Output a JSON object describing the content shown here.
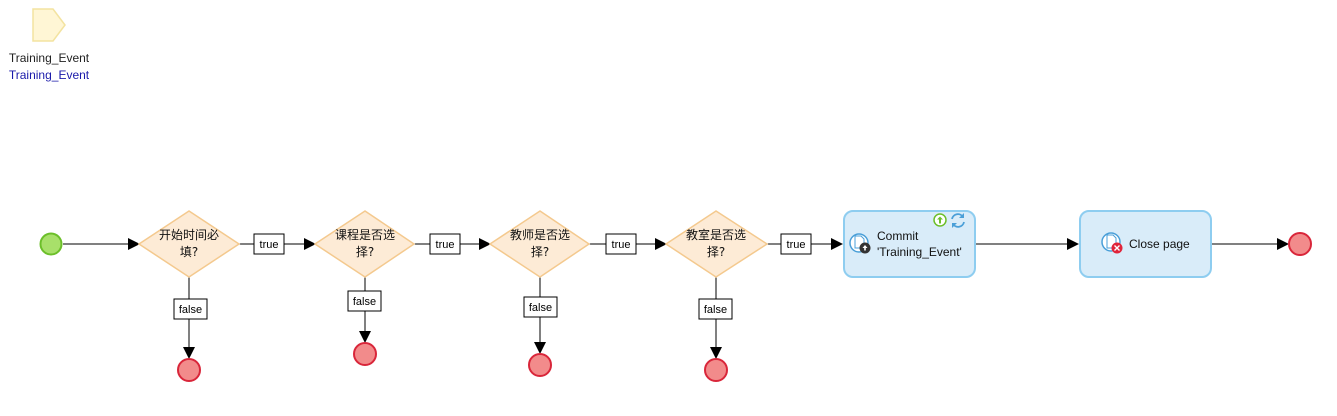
{
  "parameter": {
    "name": "Training_Event",
    "type": "Training_Event"
  },
  "decisions": [
    {
      "caption_line1": "开始时间必",
      "caption_line2": "填?",
      "true_label": "true",
      "false_label": "false"
    },
    {
      "caption_line1": "课程是否选",
      "caption_line2": "择?",
      "true_label": "true",
      "false_label": "false"
    },
    {
      "caption_line1": "教师是否选",
      "caption_line2": "择?",
      "true_label": "true",
      "false_label": "false"
    },
    {
      "caption_line1": "教室是否选",
      "caption_line2": "择?",
      "true_label": "true",
      "false_label": "false"
    }
  ],
  "commit_action": {
    "line1": "Commit",
    "line2": "'Training_Event'"
  },
  "close_action": {
    "label": "Close page"
  },
  "colors": {
    "start": "#a8e06a",
    "start_stroke": "#6cbf2a",
    "end": "#f28b8b",
    "end_stroke": "#d9263a",
    "decision_fill": "#fdebd6",
    "decision_stroke": "#f4c98e",
    "activity_fill": "#d9ecf9",
    "activity_stroke": "#8ecdf0",
    "param_fill": "#fff6d5",
    "param_stroke": "#f3e3a0"
  }
}
